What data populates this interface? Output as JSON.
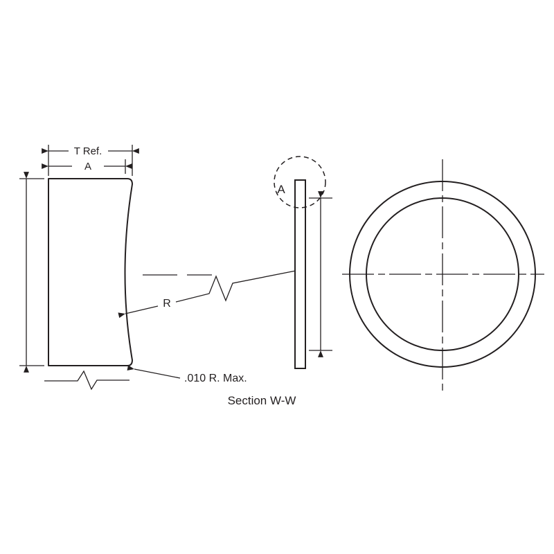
{
  "drawing": {
    "type": "technical-drawing",
    "description": "Cross-section and front view of a circular ring / lens part",
    "labels": {
      "thickness_ref": "T Ref.",
      "dim_a": "A",
      "radius": "R",
      "radius_note": ".010 R. Max.",
      "section_title": "Section W-W",
      "detail_marker": "A"
    },
    "colors": {
      "line": "#231f20",
      "background": "#ffffff"
    }
  }
}
